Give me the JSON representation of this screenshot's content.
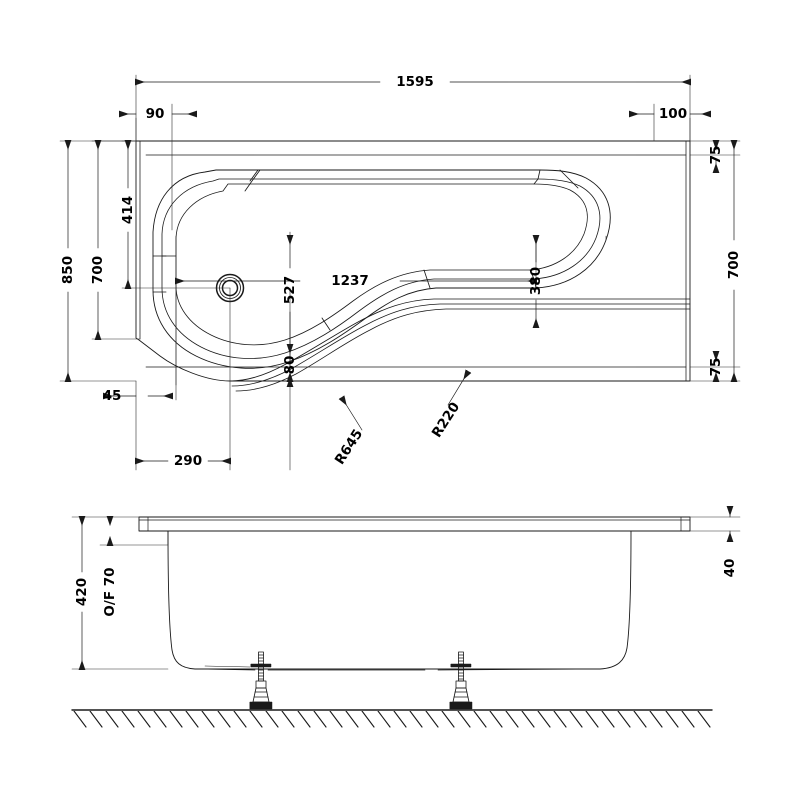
{
  "drawing": {
    "type": "engineering-dimension-drawing",
    "subject": "P-shaped shower bath",
    "units": "mm",
    "background_color": "#ffffff",
    "line_color": "#1a1a1a",
    "text_color": "#000000",
    "views": [
      {
        "id": "plan",
        "name": "Plan view (top)"
      },
      {
        "id": "elevation",
        "name": "Front elevation"
      }
    ]
  },
  "plan_dimensions": {
    "overall_length": "1595",
    "overall_width": "850",
    "inner_width": "700",
    "left_offset": "90",
    "right_offset": "100",
    "rim_top": "75",
    "rim_bottom": "75",
    "right_depth": "700",
    "waste_height": "414",
    "inner_length": "1237",
    "bulge_depth": "380",
    "waste_offset": "527",
    "front_step": "80",
    "foot_inset": "45",
    "front_straight": "290",
    "radius_large": "R645",
    "radius_small": "R220"
  },
  "elevation_dimensions": {
    "height": "420",
    "overflow": "O/F 70",
    "rim_thickness": "40"
  },
  "labels": {
    "d1595": "1595",
    "d90": "90",
    "d100": "100",
    "d75_top": "75",
    "d75_bottom": "75",
    "d700_right": "700",
    "d850": "850",
    "d700_left": "700",
    "d414": "414",
    "d527": "527",
    "d1237": "1237",
    "d380": "380",
    "d45": "45",
    "d290": "290",
    "d80": "80",
    "r645": "R645",
    "r220": "R220",
    "d420": "420",
    "of70": "O/F 70",
    "d40": "40"
  }
}
